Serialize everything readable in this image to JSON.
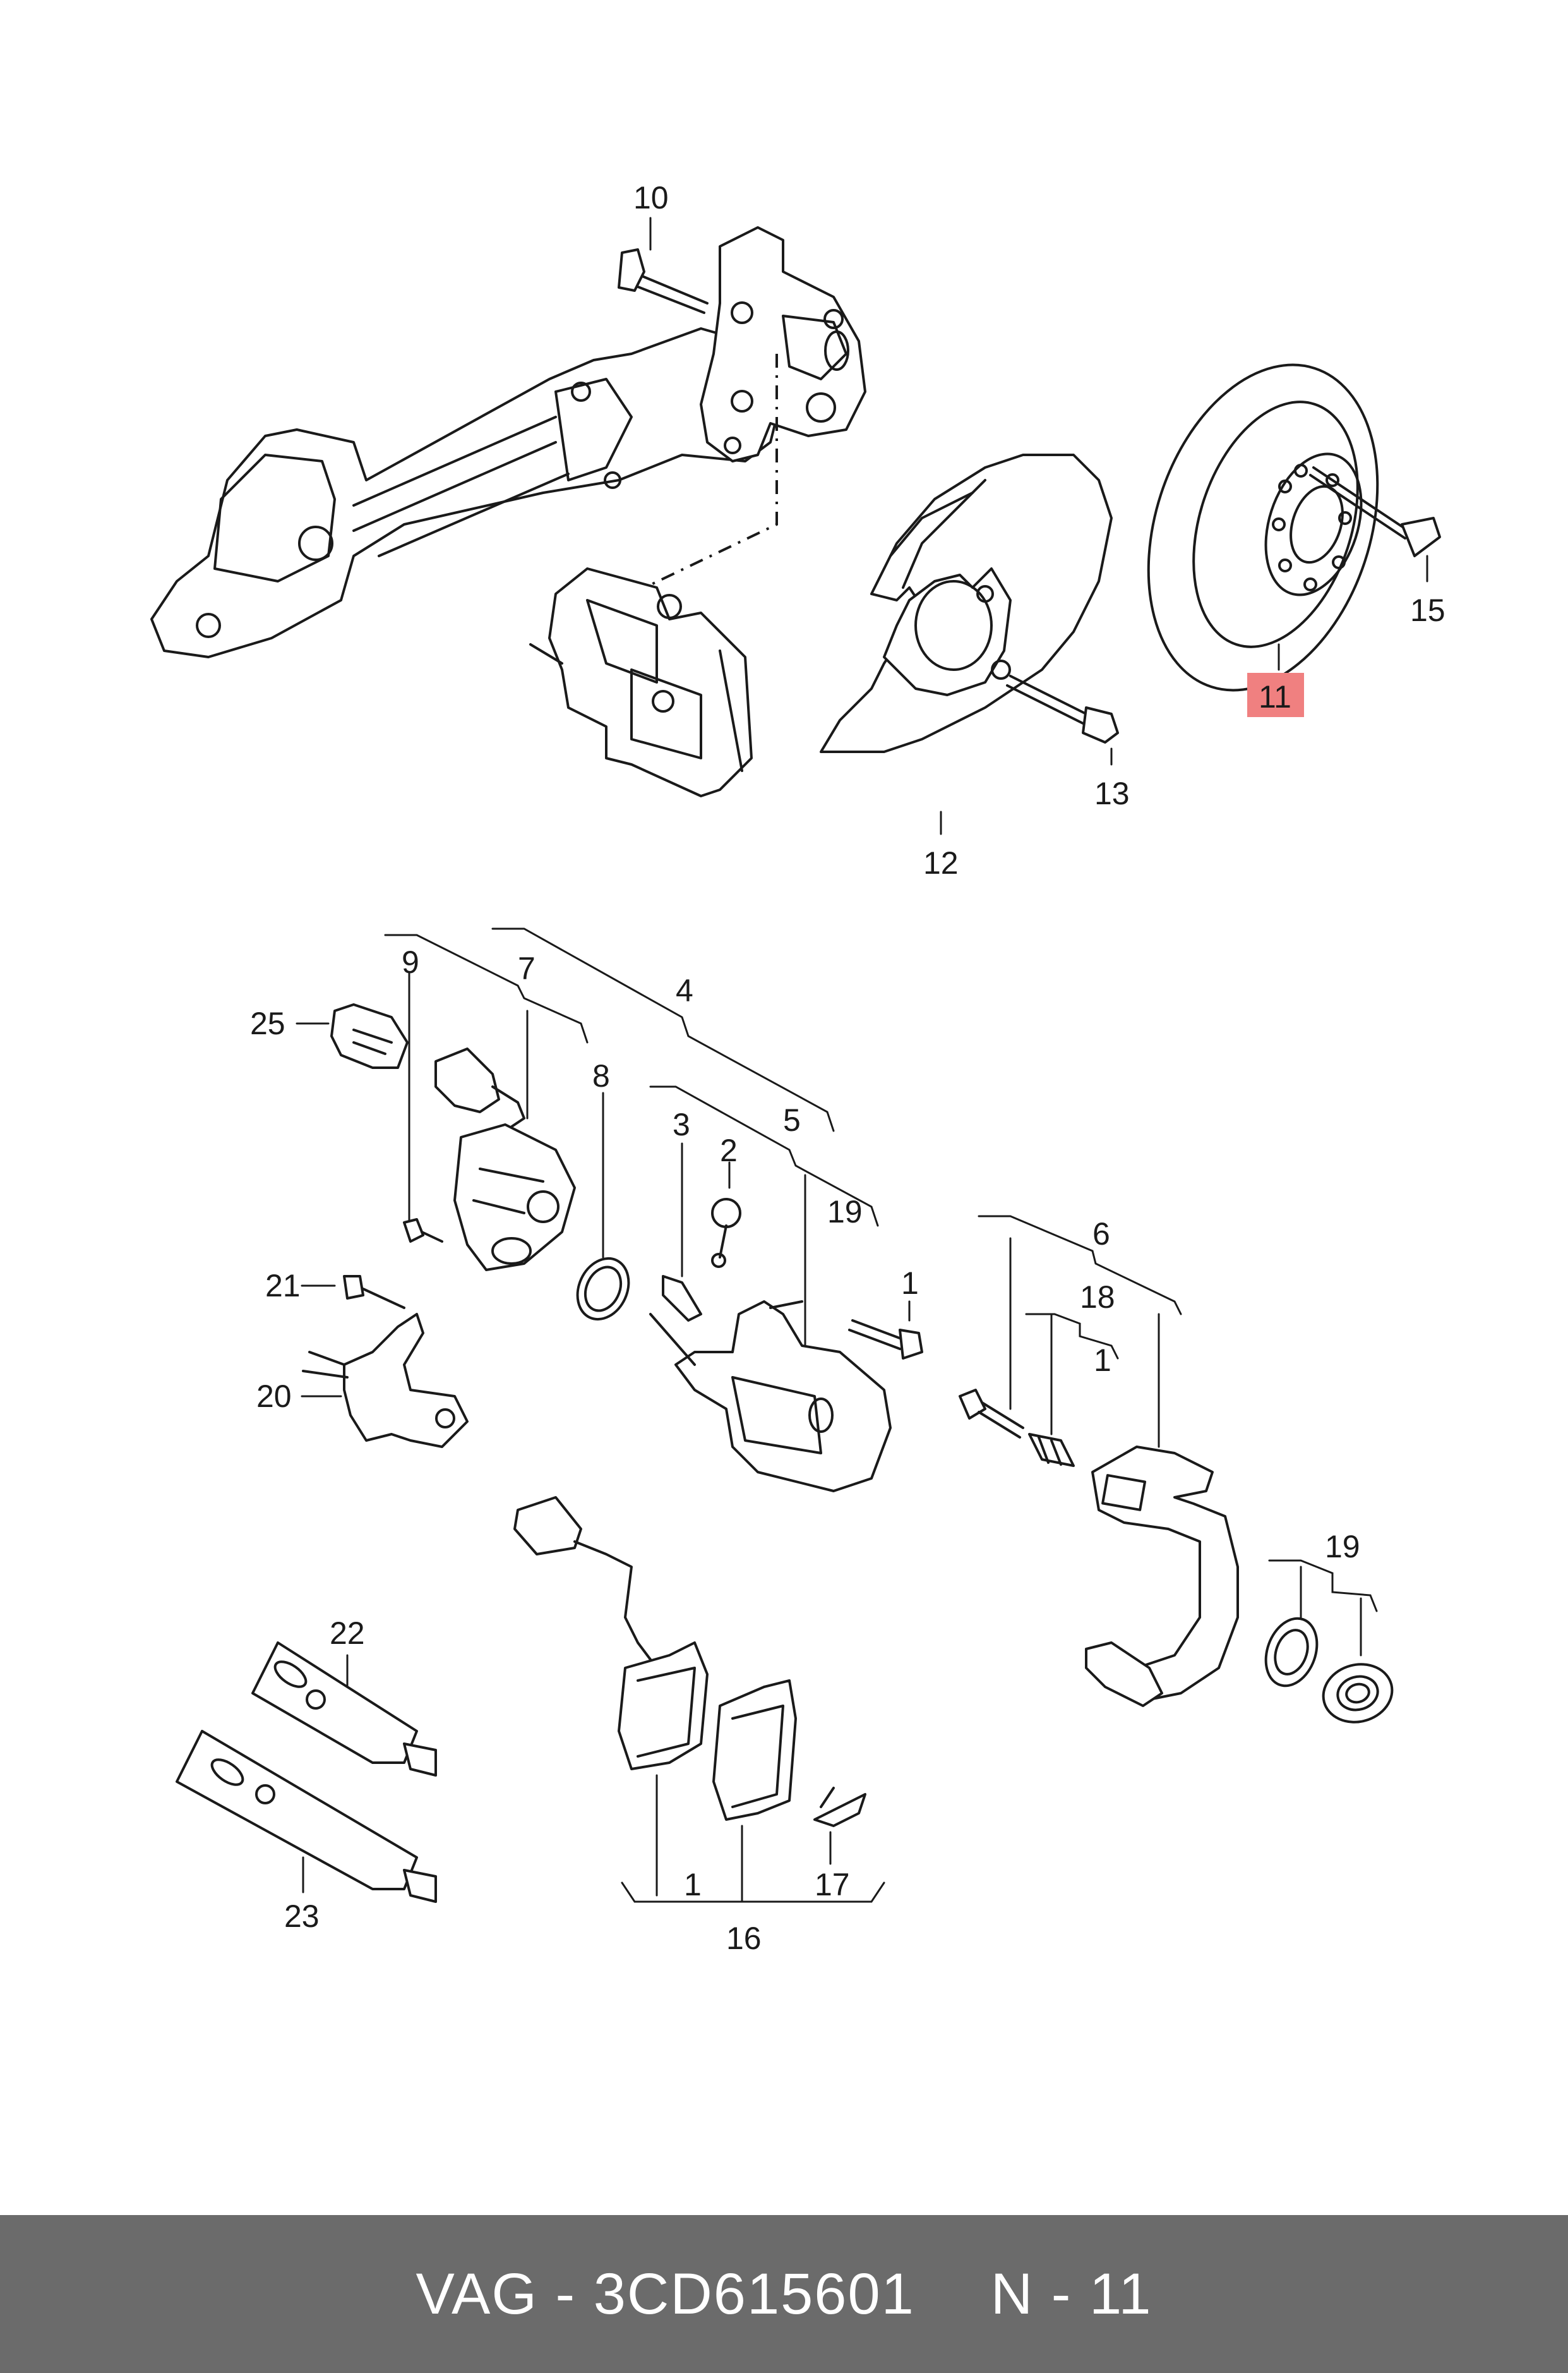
{
  "callouts": {
    "c1a": "1",
    "c1b": "1",
    "c1c": "1",
    "c2": "2",
    "c3": "3",
    "c4": "4",
    "c5": "5",
    "c6": "6",
    "c7": "7",
    "c8": "8",
    "c9": "9",
    "c10": "10",
    "c11": "11",
    "c12": "12",
    "c13": "13",
    "c15": "15",
    "c16": "16",
    "c17": "17",
    "c18": "18",
    "c19a": "19",
    "c19b": "19",
    "c20": "20",
    "c21": "21",
    "c22": "22",
    "c23": "23",
    "c25": "25"
  },
  "highlight_color": "#f08080",
  "footer": {
    "brand_part": "VAG - 3CD615601",
    "ref": "N - 11"
  }
}
